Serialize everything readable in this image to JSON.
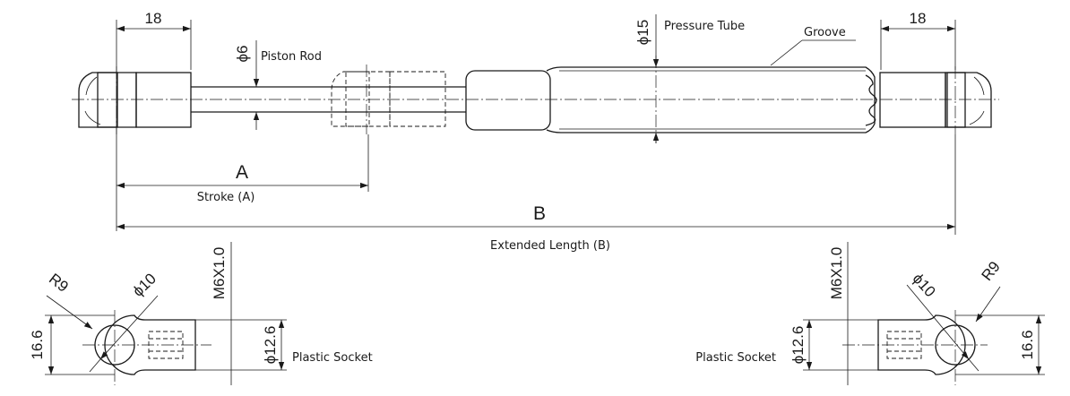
{
  "labels": {
    "stroke_dim": "A",
    "stroke": "Stroke (A)",
    "length_dim": "B",
    "extended_length": "Extended Length (B)",
    "piston_rod": "Piston Rod",
    "rod_diameter": "ϕ6",
    "pressure_tube": "Pressure Tube",
    "tube_diameter": "ϕ15",
    "groove": "Groove",
    "end_left": "18",
    "end_right": "18",
    "plastic_socket": "Plastic Socket",
    "thread": "M6X1.0",
    "socket_diameter": "ϕ12.6",
    "radius": "R9",
    "hole_diameter": "ϕ10",
    "eye_height": "16.6"
  },
  "colors": {
    "line": "#1a1a1a",
    "background": "#ffffff"
  }
}
